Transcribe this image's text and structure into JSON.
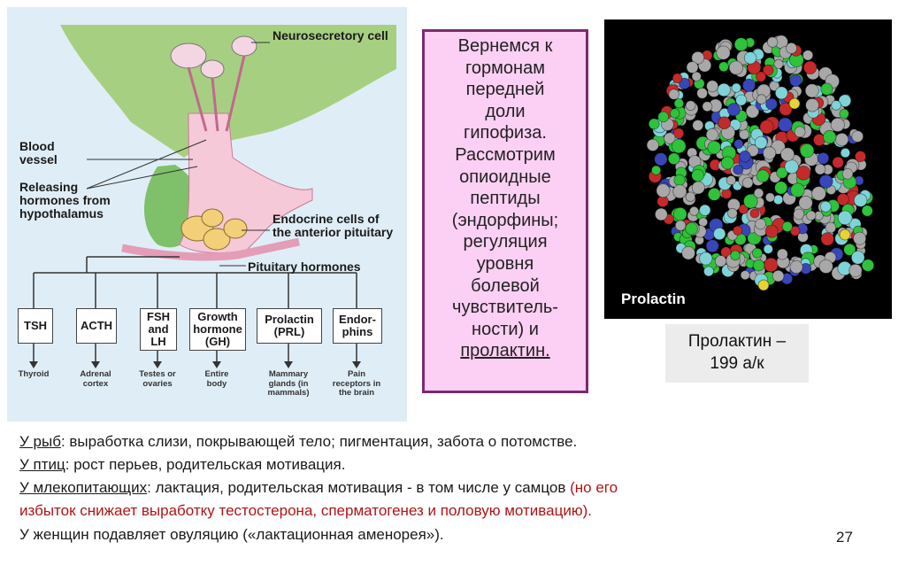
{
  "diagram": {
    "labels": {
      "neurosecretory": "Neurosecretory cell",
      "blood_vessel": "Blood vessel",
      "releasing": "Releasing hormones from hypothalamus",
      "endocrine": "Endocrine cells of the anterior pituitary",
      "pituitary_hormones": "Pituitary hormones"
    },
    "hormones": [
      {
        "name": "TSH",
        "target": "Thyroid"
      },
      {
        "name": "ACTH",
        "target": "Adrenal cortex"
      },
      {
        "name": "FSH and LH",
        "target": "Testes or ovaries"
      },
      {
        "name": "Growth hormone (GH)",
        "target": "Entire body"
      },
      {
        "name": "Prolactin (PRL)",
        "target": "Mammary glands (in mammals)"
      },
      {
        "name": "Endor-phins",
        "target": "Pain receptors in the brain"
      }
    ]
  },
  "pink_box": {
    "lines": [
      "Вернемся к",
      "гормонам",
      "передней",
      "доли",
      "гипофиза.",
      "Рассмотрим",
      "опиоидные",
      "пептиды",
      "(эндорфины;",
      "регуляция",
      "уровня",
      "болевой",
      "чувствитель-",
      "ности) и"
    ],
    "last_line": "пролактин."
  },
  "molecule": {
    "label": "Prolactin",
    "colors": {
      "cyan": "#7fd3d8",
      "green": "#2fc23a",
      "grey": "#a8a8a8",
      "red": "#c42a2a",
      "blue": "#3846b8",
      "yellow": "#e6d430"
    }
  },
  "caption": {
    "line1": "Пролактин –",
    "line2": "199 а/к"
  },
  "bottom": {
    "fish_label": "У рыб",
    "fish_text": ": выработка слизи, покрывающей тело; пигментация, забота о потомстве.",
    "birds_label": "У птиц",
    "birds_text": ": рост перьев, родительская мотивация.",
    "mammals_label": "У млекопитающих",
    "mammals_text": ": лактация, родительская мотивация  - в том числе у самцов ",
    "mammals_red1": "(но его",
    "mammals_red2": "избыток снижает  выработку тестостерона, сперматогенез и половую мотивацию).",
    "women_text": "У женщин подавляет овуляцию («лактационная аменорея»)."
  },
  "page_number": "27"
}
